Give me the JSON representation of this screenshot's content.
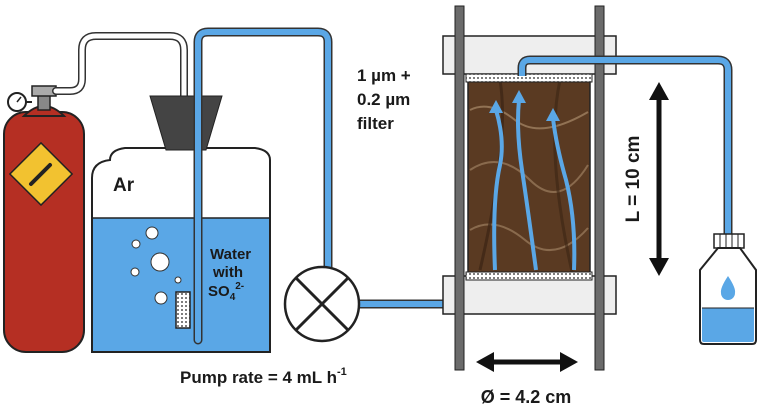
{
  "labels": {
    "gas": "Ar",
    "water_line1": "Water",
    "water_line2": "with",
    "sulfate_base": "SO",
    "sulfate_sub": "4",
    "sulfate_sup": "2-",
    "filter_line1": "1 µm +",
    "filter_line2": "0.2 µm",
    "filter_line3": "filter",
    "length": "L = 10 cm",
    "diameter": "Ø = 4.2 cm",
    "pump_rate": "Pump rate = 4 mL h",
    "pump_rate_exp": "-1"
  },
  "colors": {
    "tube": "#5aa7e6",
    "water": "#5aa7e6",
    "cylinder": "#b52f23",
    "sediment": "#5a3a22",
    "warning": "#f2c230",
    "rod": "#6b6b6b"
  },
  "icons": [
    "gas-cylinder",
    "pressure-gauge",
    "warning-sign",
    "pump",
    "flow-arrow",
    "collection-bottle",
    "droplet-icon"
  ]
}
